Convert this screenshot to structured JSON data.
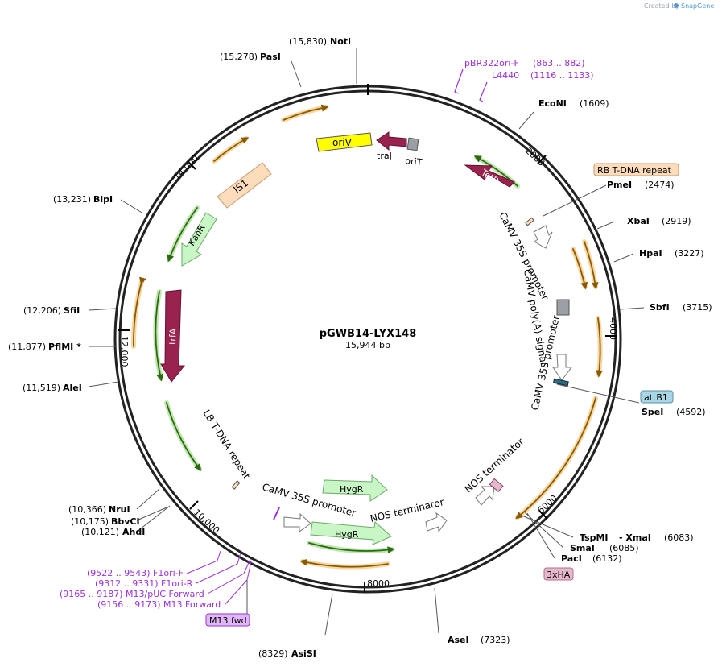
{
  "credit": {
    "created_by": "Created by",
    "brand": "SnapGene"
  },
  "plasmid": {
    "name": "pGWB14-LYX148",
    "length_label": "15,944 bp"
  },
  "ticks": [
    "2000",
    "4000",
    "6000",
    "8000",
    "10,000",
    "12,000",
    "14,000"
  ],
  "enzymes": {
    "NotI": {
      "name": "NotI",
      "pos": "(15,830)"
    },
    "PasI": {
      "name": "PasI",
      "pos": "(15,278)"
    },
    "EcoNI": {
      "name": "EcoNI",
      "pos": "(1609)"
    },
    "PmeI": {
      "name": "PmeI",
      "pos": "(2474)"
    },
    "XbaI": {
      "name": "XbaI",
      "pos": "(2919)"
    },
    "HpaI": {
      "name": "HpaI",
      "pos": "(3227)"
    },
    "SbfI": {
      "name": "SbfI",
      "pos": "(3715)"
    },
    "SpeI": {
      "name": "SpeI",
      "pos": "(4592)"
    },
    "TspMI": {
      "name": "TspMI",
      "sep": "- XmaI",
      "pos": "(6083)"
    },
    "SmaI": {
      "name": "SmaI",
      "pos": "(6085)"
    },
    "PacI": {
      "name": "PacI",
      "pos": "(6132)"
    },
    "AseI": {
      "name": "AseI",
      "pos": "(7323)"
    },
    "AsiSI": {
      "name": "AsiSI",
      "pos": "(8329)"
    },
    "AhdI": {
      "name": "AhdI",
      "pos": "(10,121)"
    },
    "BbvCI": {
      "name": "BbvCI",
      "pos": "(10,175)"
    },
    "NruI": {
      "name": "NruI",
      "pos": "(10,366)"
    },
    "AleI": {
      "name": "AleI",
      "pos": "(11,519)"
    },
    "PflMI": {
      "name": "PflMI *",
      "pos": "(11,877)"
    },
    "SfiI": {
      "name": "SfiI",
      "pos": "(12,206)"
    },
    "BlpI": {
      "name": "BlpI",
      "pos": "(13,231)"
    }
  },
  "primers_top": {
    "pbr_name": "pBR322ori-F",
    "pbr_range": "(863 .. 882)",
    "l4440_name": "L4440",
    "l4440_range": "(1116 .. 1133)"
  },
  "primers_bottom": {
    "f1f": "(9522 .. 9543)  F1ori-F",
    "f1r": "(9312 .. 9331)  F1ori-R",
    "m13puc": "(9165 .. 9187)  M13/pUC Forward",
    "m13": "(9156 .. 9173)  M13 Forward",
    "m13_box": "M13 fwd"
  },
  "feature_boxes": {
    "rb": "RB T-DNA repeat",
    "attb1": "attB1",
    "hx3": "3xHA"
  },
  "features": {
    "oriV": "oriV",
    "traJ": "traJ",
    "oriT": "oriT",
    "TetR": "TetR",
    "IS1": "IS1",
    "KanR": "KanR",
    "trfA": "trfA",
    "HygR1": "HygR",
    "HygR2": "HygR",
    "promoter1": "CaMV 35S promoter",
    "polyA": "CaMV poly(A) signal",
    "promoter2": "CaMV 35S promoter",
    "lb": "LB T-DNA repeat",
    "promoter3": "CaMV 35S promoter",
    "nos1": "NOS terminator",
    "nos2": "NOS terminator"
  },
  "colors": {
    "backbone": "#222222",
    "primer": "#9b30d9",
    "orf_orange": "#f0a830",
    "orf_green": "#86d36a",
    "oriV": "#ffff00",
    "drug_marker": "#99224f",
    "hygr": "#c8f7c5",
    "is1": "#fddcbb",
    "attb1": "#a9d6e5",
    "hx3": "#e6b8cc"
  }
}
